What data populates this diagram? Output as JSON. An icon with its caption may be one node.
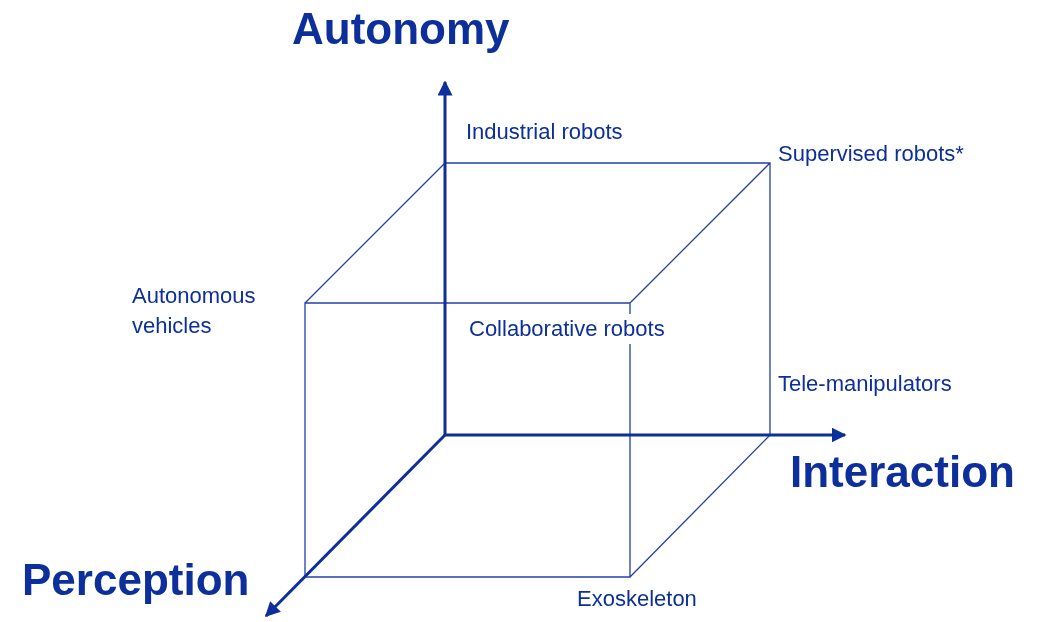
{
  "diagram": {
    "labels": [
      "Autonomy",
      "Industrial robots",
      "Supervised robots*",
      "Autonomous vehicles",
      "Collaborative robots",
      "Tele-manipulators",
      "Interaction",
      "Perception",
      "Exoskeleton"
    ]
  }
}
